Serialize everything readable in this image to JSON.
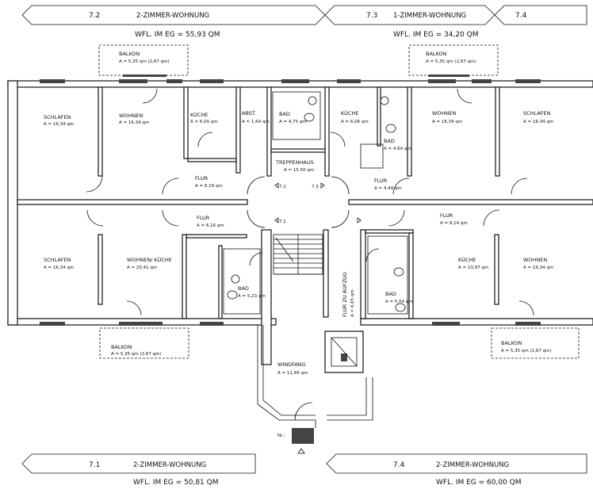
{
  "banners": {
    "top_left": {
      "unit": "7.2",
      "title": "2-ZIMMER-WOHNUNG",
      "wfl": "WFL. IM EG = 55,93 QM"
    },
    "top_mid": {
      "unit": "7.3",
      "title": "1-ZIMMER-WOHNUNG",
      "wfl": "WFL. IM EG = 34,20 QM"
    },
    "top_right": {
      "unit": "7.4"
    },
    "bottom_left": {
      "unit": "7.1",
      "title": "2-ZIMMER-WOHNUNG",
      "wfl": "WFL. IM EG = 50,81 QM"
    },
    "bottom_right": {
      "unit": "7.4",
      "title": "2-ZIMMER-WOHNUNG",
      "wfl": "WFL. IM EG = 60,00 QM"
    }
  },
  "balconies": {
    "tl": {
      "name": "BALKON",
      "area": "A = 5,35 qm (2,67 qm)"
    },
    "tm": {
      "name": "BALKON",
      "area": "A = 5,35 qm (2,67 qm)"
    },
    "bl": {
      "name": "BALKON",
      "area": "A = 5,35 qm (2,67 qm)"
    },
    "br": {
      "name": "BALKON",
      "area": "A = 5,35 qm (2,67 qm)"
    }
  },
  "rooms": {
    "schlafen_tl": {
      "name": "SCHLAFEN",
      "area": "A = 16,34 qm"
    },
    "wohnen_tl": {
      "name": "WOHNEN",
      "area": "A = 16,34 qm"
    },
    "kueche_tl": {
      "name": "KÜCHE",
      "area": "A = 6,00 qm"
    },
    "abst": {
      "name": "ABST.",
      "area": "A = 1,64 qm"
    },
    "bad_tl": {
      "name": "BAD",
      "area": "A = 4,75 qm"
    },
    "flur_tl": {
      "name": "FLUR",
      "area": "A = 8,19 qm"
    },
    "treppenhaus": {
      "name": "TREPPENHAUS",
      "area": "A = 15,50 qm"
    },
    "kueche_tm": {
      "name": "KÜCHE",
      "area": "A = 6,06 qm"
    },
    "bad_tm": {
      "name": "BAD",
      "area": "A = 4,64 qm"
    },
    "flur_tm": {
      "name": "FLUR",
      "area": "A = 4,49 qm"
    },
    "wohnen_tr": {
      "name": "WOHNEN",
      "area": "A = 16,34 qm"
    },
    "schlafen_tr": {
      "name": "SCHLAFEN",
      "area": "A = 16,34 qm"
    },
    "schlafen_bl": {
      "name": "SCHLAFEN",
      "area": "A = 16,34 qm"
    },
    "wohnen_kueche": {
      "name": "WOHNEN/ KÜCHE",
      "area": "A = 20,41 qm"
    },
    "flur_bl": {
      "name": "FLUR",
      "area": "A = 6,16 qm"
    },
    "bad_bl": {
      "name": "BAD",
      "area": "A = 5,23 qm"
    },
    "windfang": {
      "name": "WINDFANG",
      "area": "A = 11,49 qm"
    },
    "flur_aufzug": {
      "name": "FLUR ZU AUFZUG",
      "area": "A = 6,65 qm"
    },
    "bad_br": {
      "name": "BAD",
      "area": "A = 5,54 qm"
    },
    "flur_br": {
      "name": "FLUR",
      "area": "A = 8,14 qm"
    },
    "kueche_br": {
      "name": "KÜCHE",
      "area": "A = 10,97 qm"
    },
    "wohnen_br": {
      "name": "WOHNEN",
      "area": "A = 16,34 qm"
    }
  },
  "door_marks": {
    "d72": "7.2",
    "d73": "7.3",
    "d71": "7.1"
  },
  "entrance": {
    "nr": "Nr.:"
  },
  "colors": {
    "line": "#111111",
    "background": "#ffffff",
    "hatch": "#444444"
  }
}
